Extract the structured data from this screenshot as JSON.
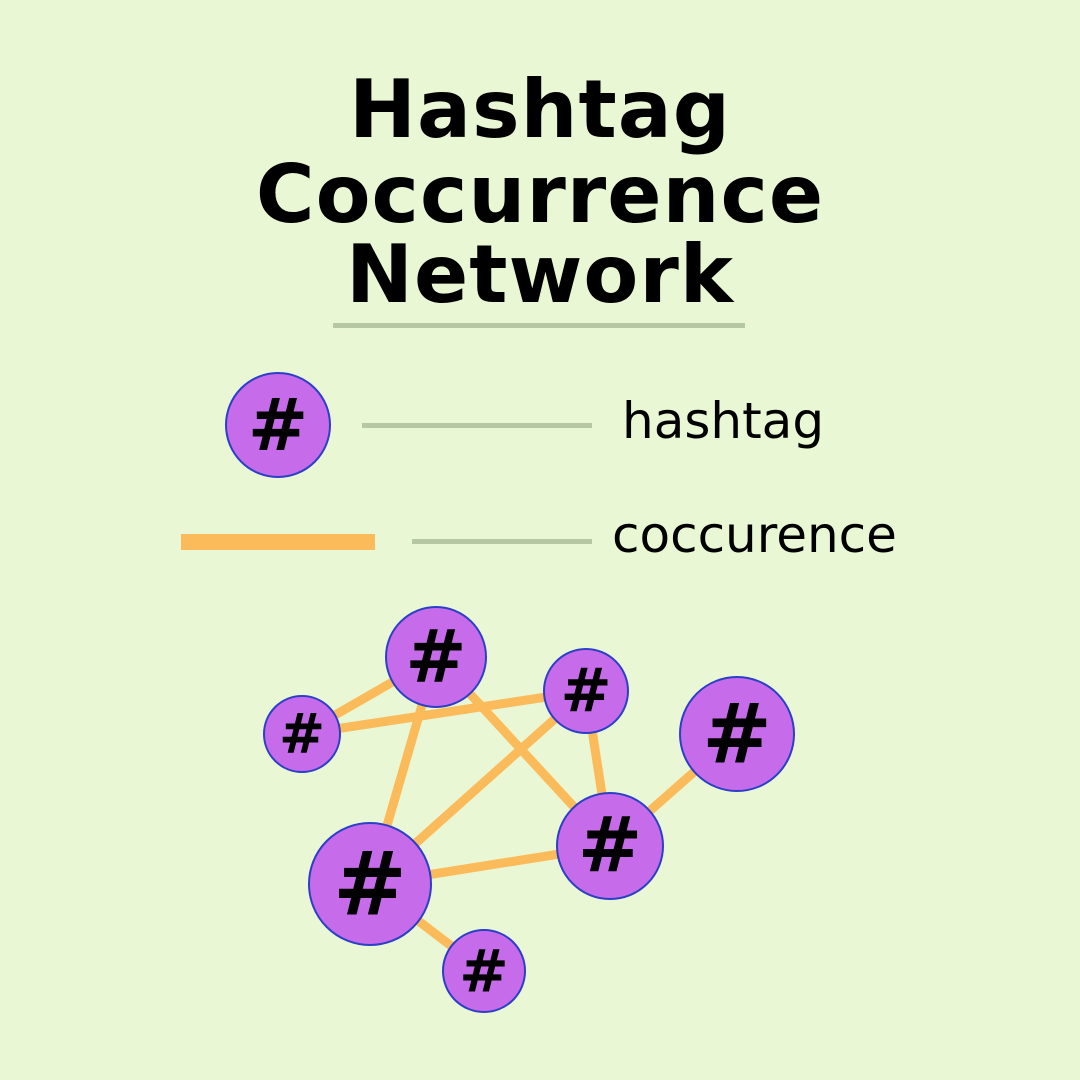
{
  "title": {
    "line1": "Hashtag",
    "line2": "Coccurrence",
    "line3": "Network"
  },
  "legend": {
    "node_label": "hashtag",
    "edge_label": "coccurence"
  },
  "node_symbol": "#",
  "colors": {
    "background": "#e9f7d4",
    "node_fill": "#c66be9",
    "node_stroke": "#2b40c6",
    "edge": "#fbbb5a",
    "divider": "#b5c8a3",
    "text": "#000000"
  },
  "network": {
    "nodes": [
      "n1",
      "n2",
      "n3",
      "n4",
      "n5",
      "n6",
      "n7",
      "n8"
    ],
    "edges": [
      [
        "n1",
        "n2"
      ],
      [
        "n2",
        "n3"
      ],
      [
        "n1",
        "n5"
      ],
      [
        "n1",
        "n6"
      ],
      [
        "n3",
        "n5"
      ],
      [
        "n3",
        "n6"
      ],
      [
        "n4",
        "n6"
      ],
      [
        "n5",
        "n6"
      ],
      [
        "n5",
        "n7"
      ]
    ]
  }
}
